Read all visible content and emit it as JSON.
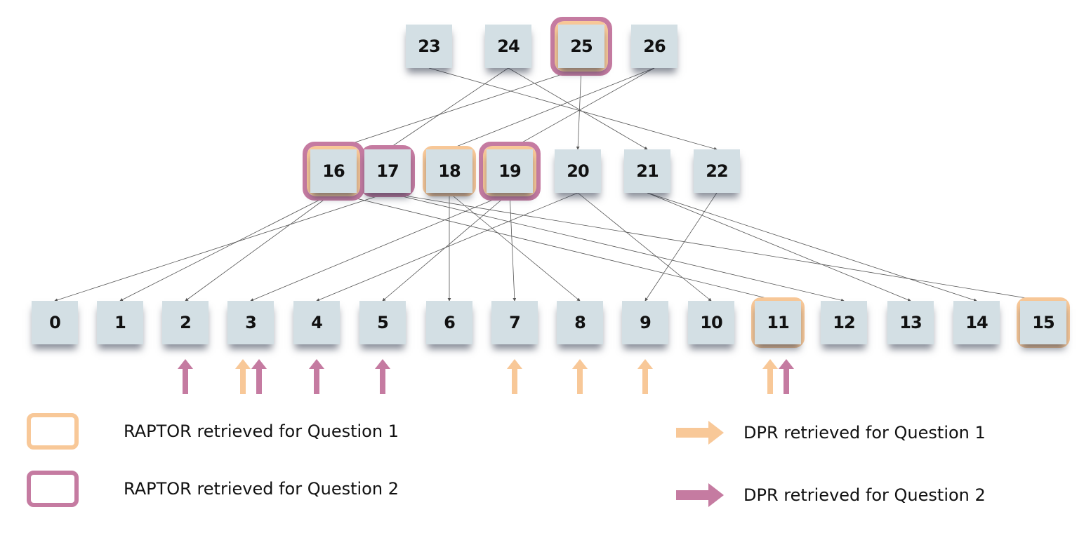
{
  "colors": {
    "question1": "#f8c898",
    "question2": "#c57ba1",
    "node_fill": "#d3dfe4",
    "edge": "#555555"
  },
  "nodes": {
    "layer_top": [
      "23",
      "24",
      "25",
      "26"
    ],
    "layer_mid": [
      "16",
      "17",
      "18",
      "19",
      "20",
      "21",
      "22"
    ],
    "layer_leaf": [
      "0",
      "1",
      "2",
      "3",
      "4",
      "5",
      "6",
      "7",
      "8",
      "9",
      "10",
      "11",
      "12",
      "13",
      "14",
      "15"
    ]
  },
  "edges": [
    [
      "23",
      "22"
    ],
    [
      "24",
      "17"
    ],
    [
      "24",
      "21"
    ],
    [
      "25",
      "16"
    ],
    [
      "25",
      "20"
    ],
    [
      "26",
      "18"
    ],
    [
      "26",
      "19"
    ],
    [
      "16",
      "1"
    ],
    [
      "16",
      "2"
    ],
    [
      "16",
      "11"
    ],
    [
      "17",
      "0"
    ],
    [
      "17",
      "12"
    ],
    [
      "17",
      "15"
    ],
    [
      "18",
      "6"
    ],
    [
      "18",
      "8"
    ],
    [
      "19",
      "3"
    ],
    [
      "19",
      "5"
    ],
    [
      "19",
      "7"
    ],
    [
      "20",
      "4"
    ],
    [
      "20",
      "10"
    ],
    [
      "21",
      "13"
    ],
    [
      "21",
      "14"
    ],
    [
      "22",
      "9"
    ]
  ],
  "raptor_retrieved": {
    "question1": [
      "25",
      "16",
      "18",
      "19",
      "11",
      "15"
    ],
    "question2": [
      "25",
      "16",
      "17",
      "19"
    ]
  },
  "dpr_retrieved": {
    "question1": [
      "3",
      "7",
      "8",
      "9",
      "11"
    ],
    "question2": [
      "2",
      "3",
      "4",
      "5",
      "11"
    ]
  },
  "legend": {
    "raptor_q1": "RAPTOR retrieved for Question 1",
    "raptor_q2": "RAPTOR retrieved for Question 2",
    "dpr_q1": "DPR retrieved for Question 1",
    "dpr_q2": "DPR retrieved for Question 2"
  }
}
